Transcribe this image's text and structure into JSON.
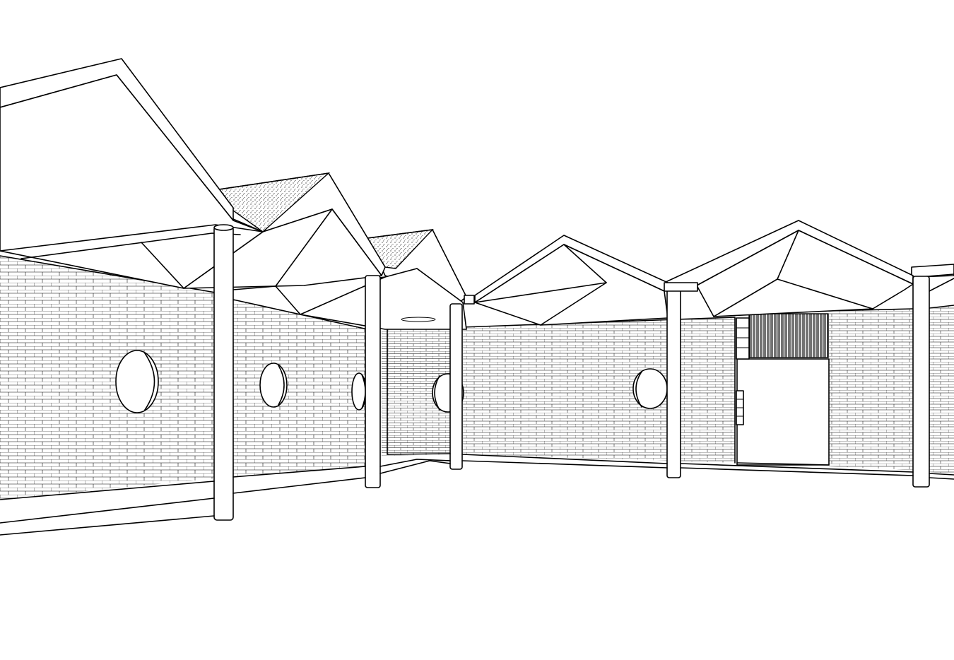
{
  "drawing": {
    "background": "#ffffff",
    "line_color": "#000000",
    "elements": [
      "gable-roof",
      "brick-wall",
      "column",
      "porthole-window",
      "louvered-vent",
      "door-opening",
      "ground-line"
    ]
  }
}
